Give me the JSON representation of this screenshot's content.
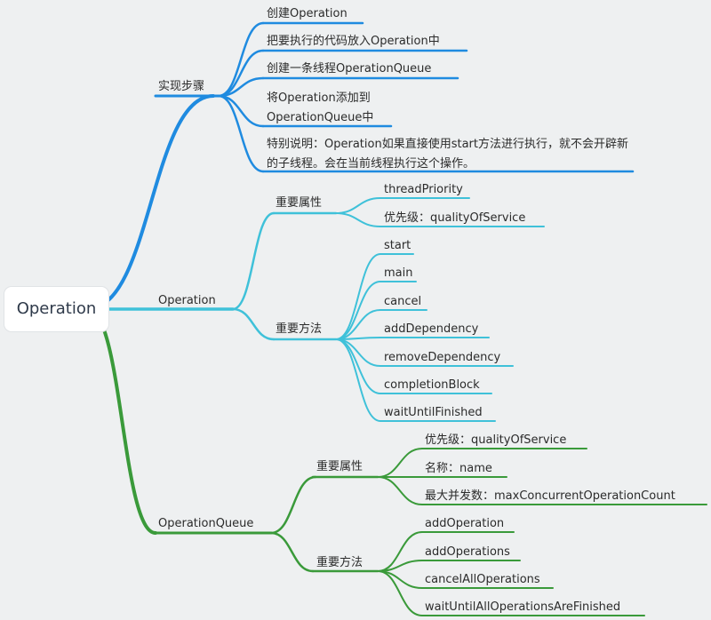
{
  "root": {
    "label": "Operation"
  },
  "colors": {
    "blue": "#1f8be0",
    "teal": "#3fc1d9",
    "green": "#3a9a3a"
  },
  "branches": {
    "steps": {
      "label": "实现步骤",
      "items": [
        "创建Operation",
        "把要执行的代码放入Operation中",
        "创建一条线程OperationQueue",
        "将Operation添加到OperationQueue中",
        "特别说明：Operation如果直接使用start方法进行执行，就不会开辟新的子线程。会在当前线程执行这个操作。"
      ]
    },
    "operation": {
      "label": "Operation",
      "properties": {
        "label": "重要属性",
        "items": [
          "threadPriority",
          "优先级：qualityOfService"
        ]
      },
      "methods": {
        "label": "重要方法",
        "items": [
          "start",
          "main",
          "cancel",
          "addDependency",
          "removeDependency",
          "completionBlock",
          "waitUntilFinished"
        ]
      }
    },
    "queue": {
      "label": "OperationQueue",
      "properties": {
        "label": "重要属性",
        "items": [
          "优先级：qualityOfService",
          "名称：name",
          "最大并发数：maxConcurrentOperationCount"
        ]
      },
      "methods": {
        "label": "重要方法",
        "items": [
          "addOperation",
          "addOperations",
          "cancelAllOperations",
          "waitUntilAllOperationsAreFinished"
        ]
      }
    }
  }
}
